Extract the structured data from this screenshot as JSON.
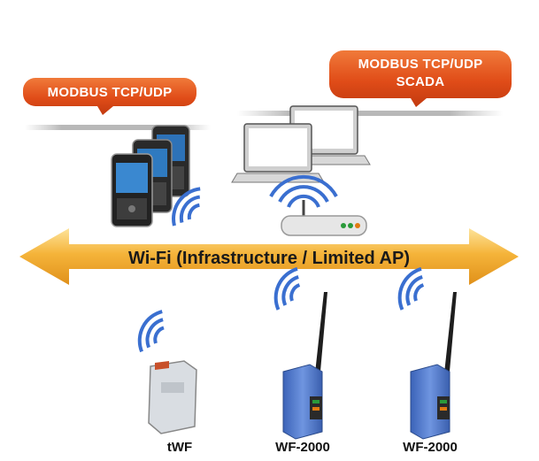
{
  "bubbles": {
    "left": "MODBUS TCP/UDP",
    "right_line1": "MODBUS TCP/UDP",
    "right_line2": "SCADA"
  },
  "network": {
    "label": "Wi-Fi (Infrastructure / Limited AP)"
  },
  "devices": [
    {
      "label": "tWF",
      "icon": "twf-module-icon"
    },
    {
      "label": "WF-2000",
      "icon": "wf2000-module-icon"
    },
    {
      "label": "WF-2000",
      "icon": "wf2000-module-icon"
    }
  ],
  "icons": {
    "phones": "smartphones-icon",
    "laptops": "laptops-icon",
    "access_point": "wifi-router-icon",
    "wireless": "wifi-signal-icon"
  },
  "colors": {
    "bubble": "#e05420",
    "arrow": "#f0a020",
    "device_blue": "#4a73c4",
    "signal_blue": "#3a6fd0"
  }
}
